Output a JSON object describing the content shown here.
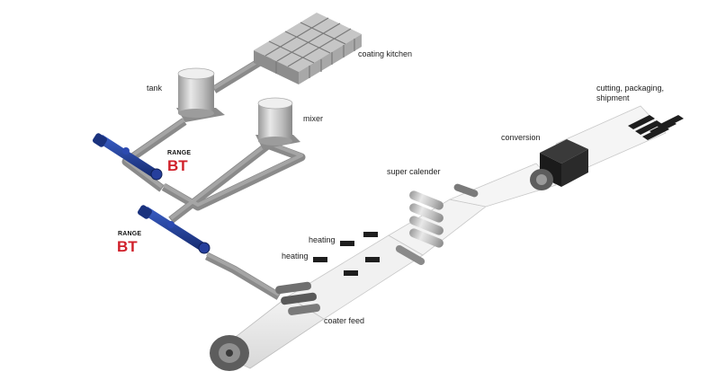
{
  "labels": {
    "coating_kitchen": "coating kitchen",
    "tank": "tank",
    "mixer": "mixer",
    "super_calender": "super calender",
    "conversion": "conversion",
    "cutting": "cutting, packaging, shipment",
    "heating_1": "heating",
    "heating_2": "heating",
    "coater_feed": "coater feed"
  },
  "pumps": [
    {
      "range": "RANGE",
      "model": "BT"
    },
    {
      "range": "RANGE",
      "model": "BT"
    }
  ],
  "colors": {
    "pipe": "#8a8a8a",
    "pump_blue": "#1f3f99",
    "accent_red": "#d0202a",
    "roller": "#6f6f6f",
    "block_dark": "#1e1e1e"
  }
}
